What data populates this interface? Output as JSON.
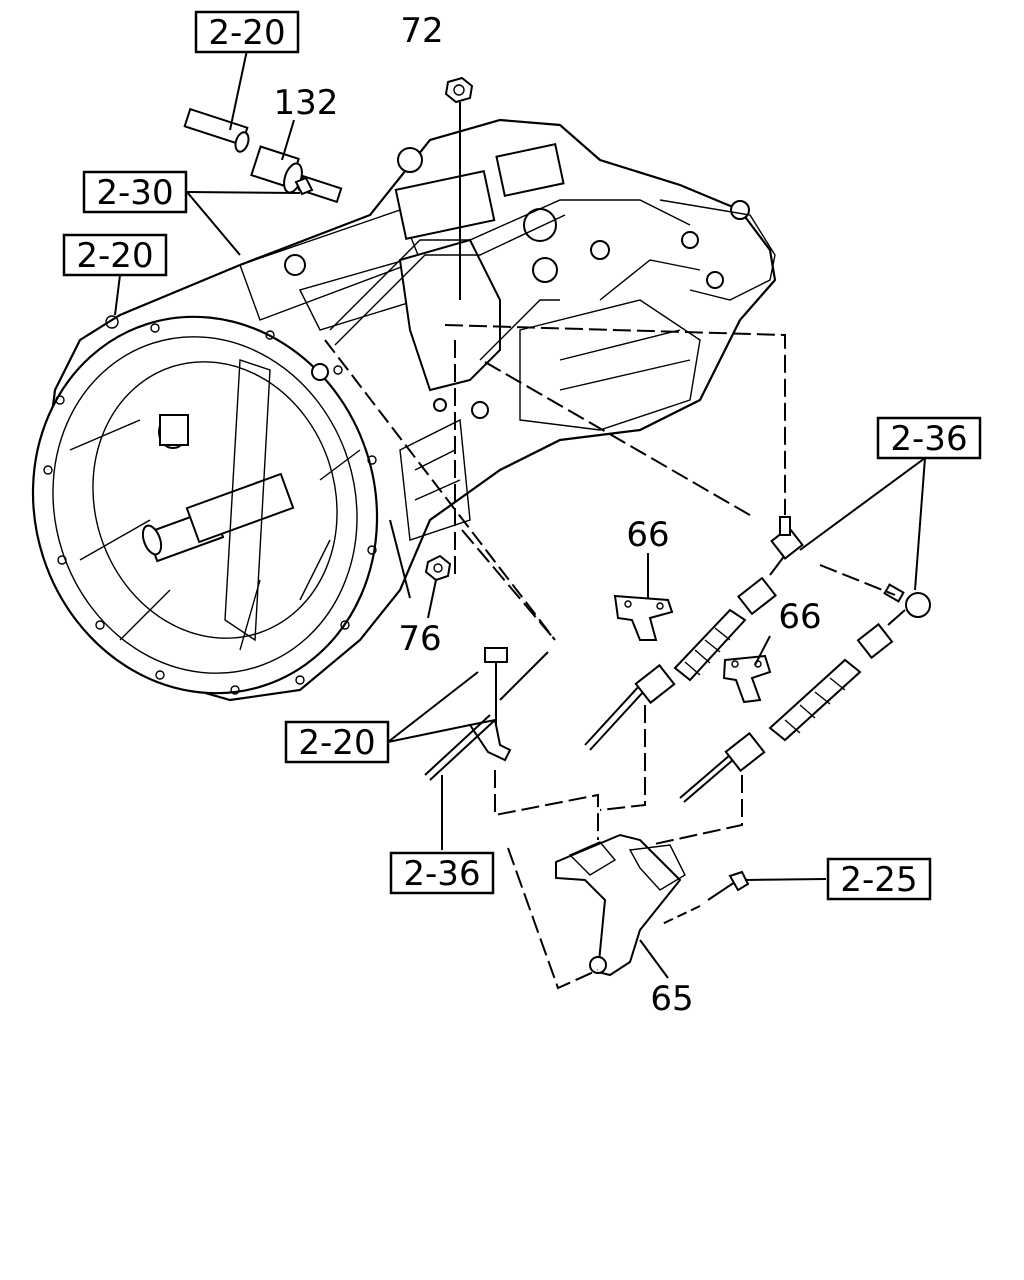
{
  "references": {
    "ref_2_20_top": "2-20",
    "ref_2_30": "2-30",
    "ref_2_20_left": "2-20",
    "ref_2_36_right": "2-36",
    "ref_2_20_lower": "2-20",
    "ref_2_36_lower": "2-36",
    "ref_2_25": "2-25"
  },
  "part_numbers": {
    "part_72": "72",
    "part_132": "132",
    "part_66_left": "66",
    "part_66_right": "66",
    "part_76": "76",
    "part_65": "65"
  }
}
